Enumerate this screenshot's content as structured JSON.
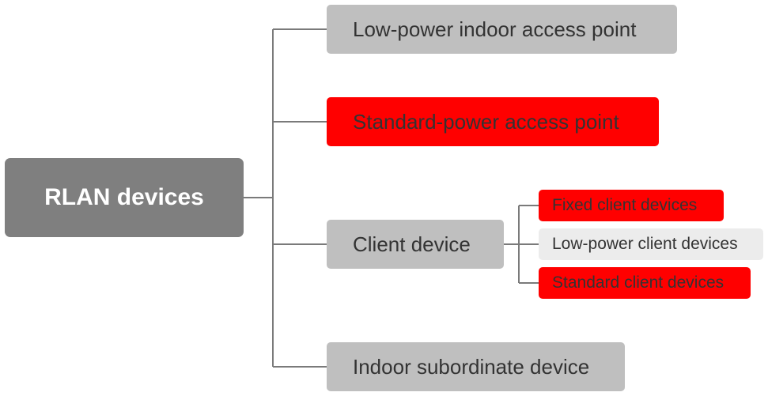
{
  "diagram": {
    "root": {
      "label": "RLAN devices",
      "color": "#7f7f7f"
    },
    "children": [
      {
        "label": "Low-power indoor access point",
        "highlight": false
      },
      {
        "label": "Standard-power access point",
        "highlight": true
      },
      {
        "label": "Client device",
        "highlight": false,
        "children": [
          {
            "label": "Fixed client devices",
            "highlight": true
          },
          {
            "label": "Low-power client devices",
            "highlight": false
          },
          {
            "label": "Standard client devices",
            "highlight": true
          }
        ]
      },
      {
        "label": "Indoor subordinate device",
        "highlight": false
      }
    ]
  },
  "colors": {
    "highlight": "#ff0000",
    "default_node": "#bfbfbf",
    "light_node": "#ececec",
    "connector": "#7a7a7a",
    "text": "#333333"
  }
}
